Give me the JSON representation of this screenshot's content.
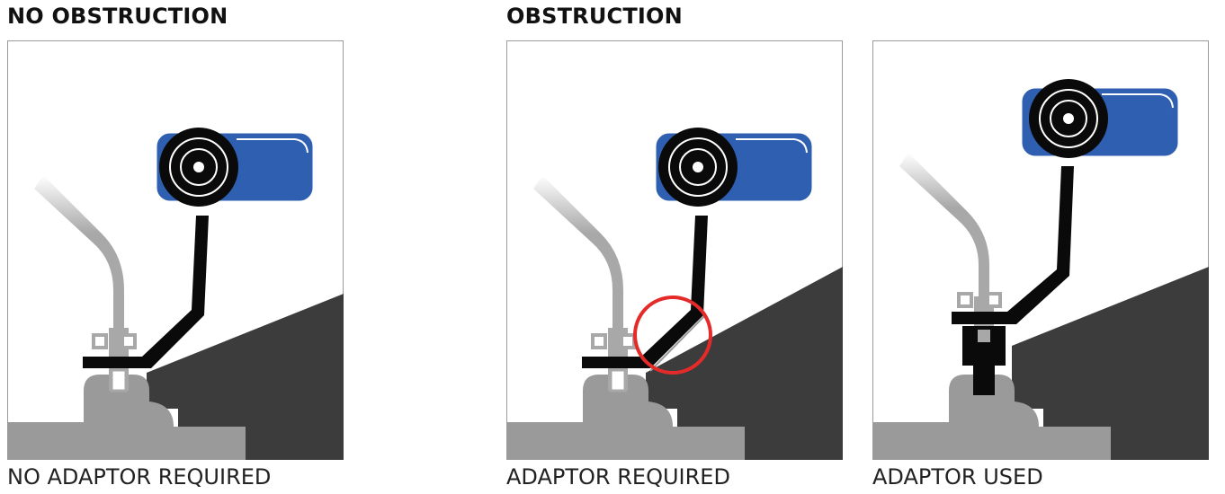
{
  "headings": {
    "left": "NO OBSTRUCTION",
    "right": "OBSTRUCTION"
  },
  "panels": [
    {
      "caption": "NO ADAPTOR REQUIRED",
      "obstruction": false,
      "adaptor": false
    },
    {
      "caption": "ADAPTOR REQUIRED",
      "obstruction": true,
      "adaptor": false
    },
    {
      "caption": "ADAPTOR USED",
      "obstruction": true,
      "adaptor": true
    }
  ],
  "colors": {
    "sensor_body": "#2f5fb0",
    "valve_cap": "#0a0a0a",
    "bracket": "#0a0a0a",
    "rim": "#9a9a9a",
    "obstruction": "#3c3c3c",
    "valve_stem": "#a8a8a8",
    "highlight_circle": "#e52a2a",
    "panel_border": "#9a9a9a"
  }
}
